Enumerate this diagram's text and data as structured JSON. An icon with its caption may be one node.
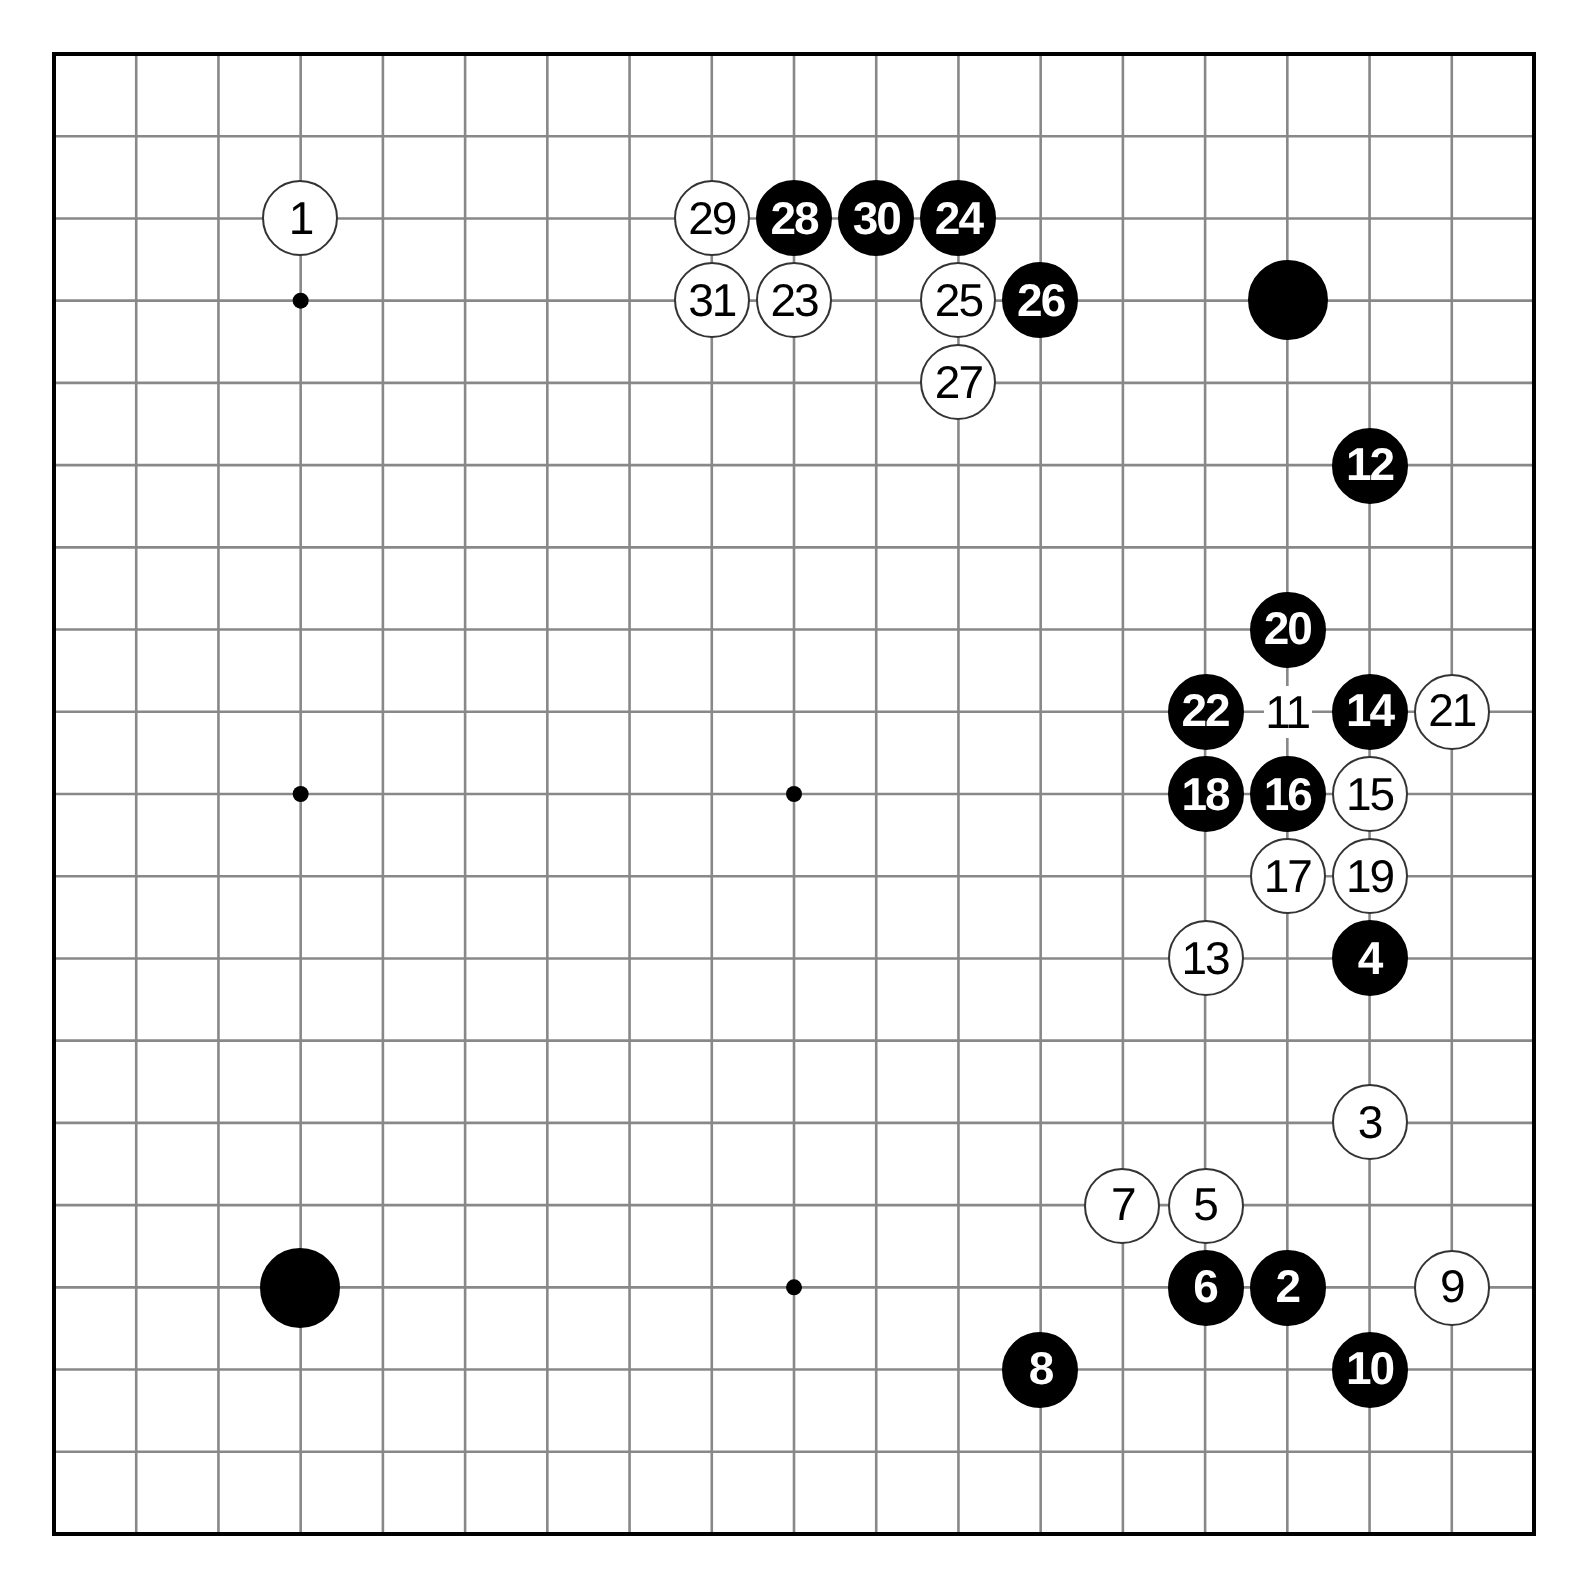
{
  "diagram": {
    "nodes": [
      {
        "text": [
          "1"
        ]
      },
      {
        "text": [
          "29"
        ]
      },
      {
        "text": [
          "28"
        ]
      },
      {
        "text": [
          "30"
        ]
      },
      {
        "text": [
          "24"
        ]
      },
      {
        "text": [
          "31"
        ]
      },
      {
        "text": [
          "23"
        ]
      },
      {
        "text": [
          "25"
        ]
      },
      {
        "text": [
          "26"
        ]
      },
      {
        "text": [],
        "shape": "circle"
      },
      {
        "text": [
          "27"
        ]
      },
      {
        "text": [
          "12"
        ]
      },
      {
        "text": [
          "20"
        ]
      },
      {
        "text": [
          "22"
        ]
      },
      {
        "text": [
          "14"
        ]
      },
      {
        "text": [
          "21"
        ]
      },
      {
        "text": [
          "18"
        ]
      },
      {
        "text": [
          "16"
        ]
      },
      {
        "text": [
          "15"
        ]
      },
      {
        "text": [
          "17"
        ]
      },
      {
        "text": [
          "19"
        ]
      },
      {
        "text": [
          "13"
        ]
      },
      {
        "text": [
          "4"
        ]
      },
      {
        "text": [
          "3"
        ]
      },
      {
        "text": [
          "7"
        ]
      },
      {
        "text": [
          "5"
        ]
      },
      {
        "text": [],
        "shape": "circle"
      },
      {
        "text": [
          "6"
        ]
      },
      {
        "text": [
          "2"
        ]
      },
      {
        "text": [
          "9"
        ]
      },
      {
        "text": [
          "8"
        ]
      },
      {
        "text": [
          "10"
        ]
      }
    ],
    "edges": [],
    "labels": [
      "11"
    ]
  }
}
